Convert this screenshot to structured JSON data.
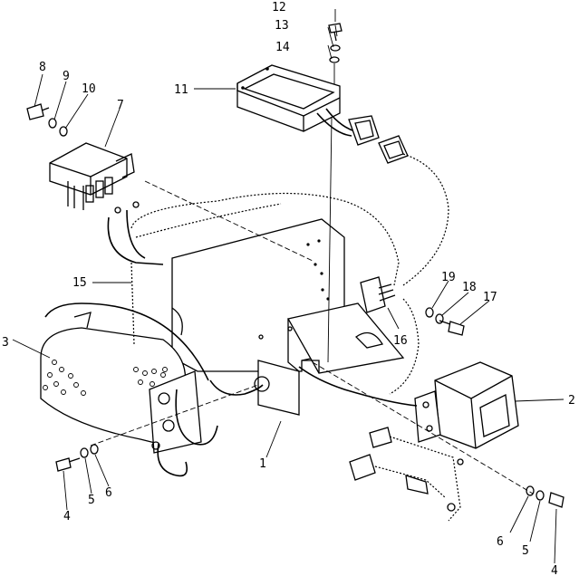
{
  "callouts": {
    "c1": "1",
    "c2": "2",
    "c3": "3",
    "c4a": "4",
    "c4b": "4",
    "c5a": "5",
    "c5b": "5",
    "c6a": "6",
    "c6b": "6",
    "c7": "7",
    "c8": "8",
    "c9": "9",
    "c10": "10",
    "c11": "11",
    "c12": "12",
    "c13": "13",
    "c14": "14",
    "c15": "15",
    "c16": "16",
    "c17": "17",
    "c18": "18",
    "c19": "19"
  }
}
